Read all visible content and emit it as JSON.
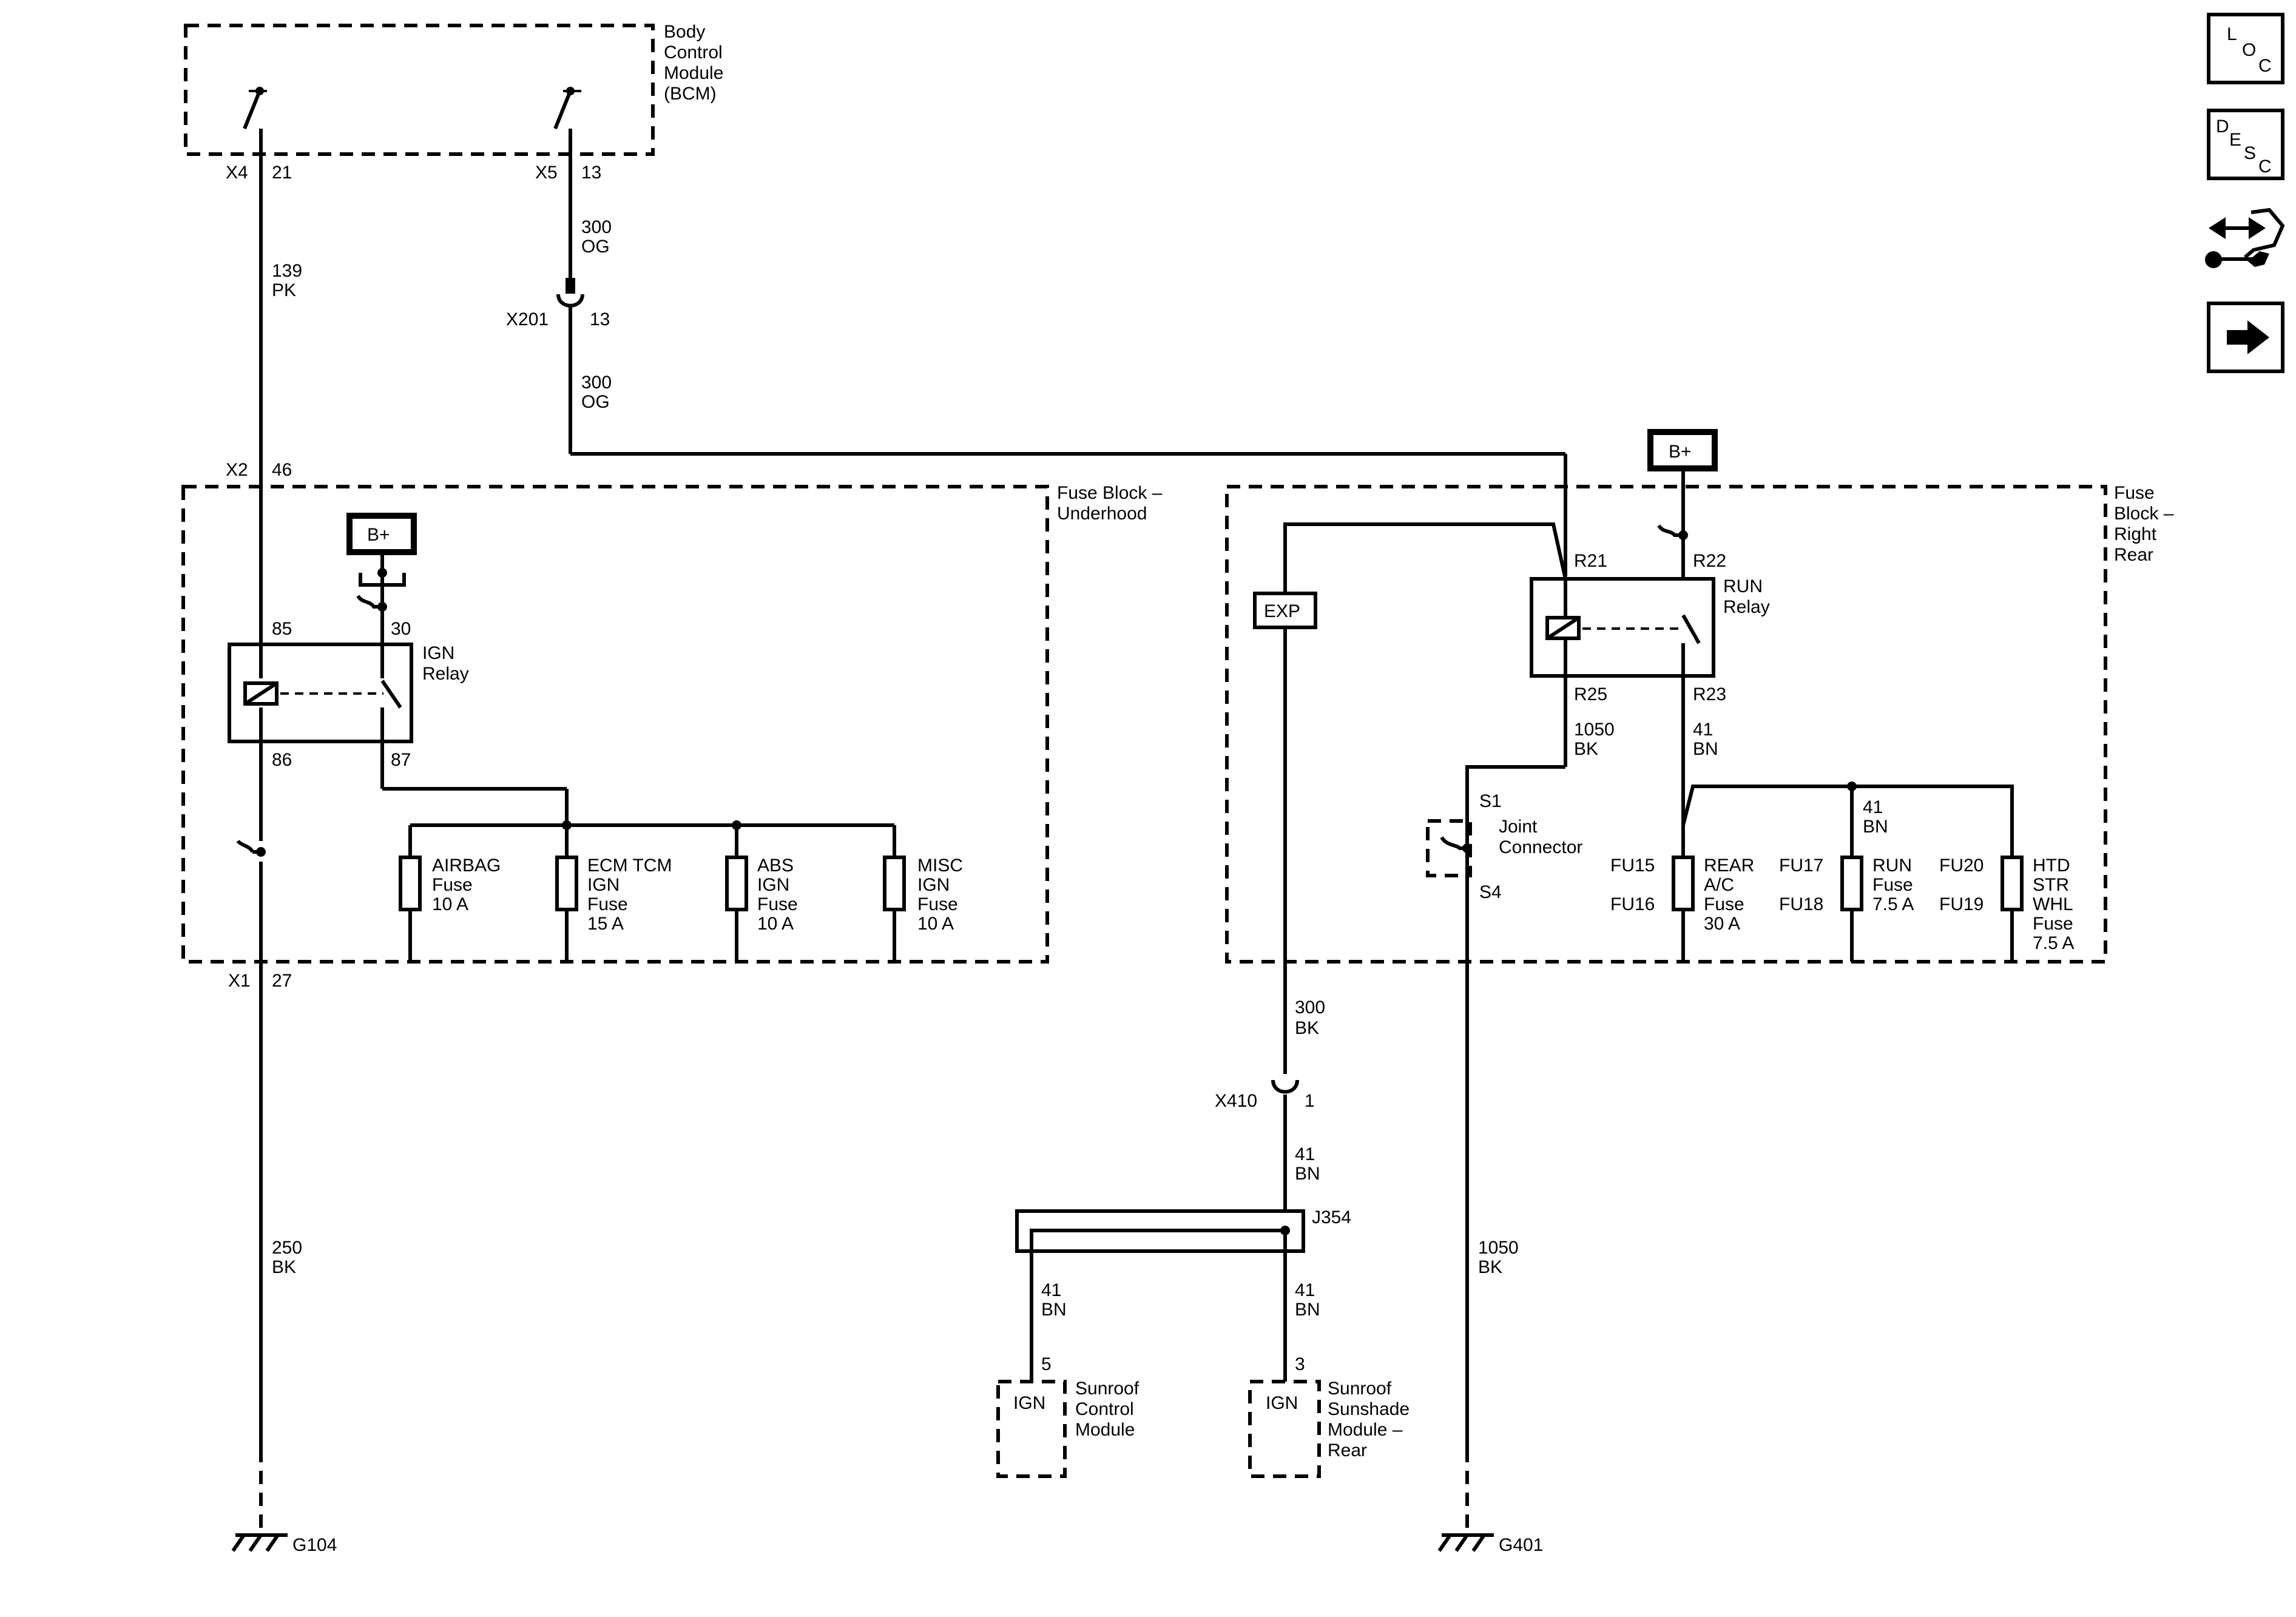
{
  "modules": {
    "bcm": [
      "Body",
      "Control",
      "Module",
      "(BCM)"
    ],
    "fb_underhood": [
      "Fuse Block –",
      "Underhood"
    ],
    "fb_rear": [
      "Fuse",
      "Block –",
      "Right",
      "Rear"
    ],
    "sunroof_ctrl": [
      "Sunroof",
      "Control",
      "Module"
    ],
    "sunshade": [
      "Sunroof",
      "Sunshade",
      "Module –",
      "Rear"
    ]
  },
  "connectors": {
    "bcm_x4": "X4",
    "bcm_x4_pin": "21",
    "bcm_x5": "X5",
    "bcm_x5_pin": "13",
    "x201": "X201",
    "x201_pin": "13",
    "fb_x2": "X2",
    "fb_x2_pin": "46",
    "fb_x1": "X1",
    "fb_x1_pin": "27",
    "x410": "X410",
    "x410_pin": "1",
    "r21": "R21",
    "r22": "R22",
    "r23": "R23",
    "r25": "R25",
    "s1": "S1",
    "s4": "S4",
    "j354": "J354",
    "sc_pin": "5",
    "ss_pin": "3"
  },
  "wires": {
    "w139": [
      "139",
      "PK"
    ],
    "w300_top": [
      "300",
      "OG"
    ],
    "w300_mid": [
      "300",
      "OG"
    ],
    "w250": [
      "250",
      "BK"
    ],
    "w1050_relay": [
      "1050",
      "BK"
    ],
    "w41_relay": [
      "41",
      "BN"
    ],
    "w41_bus": [
      "41",
      "BN"
    ],
    "w300_bk": [
      "300",
      "BK"
    ],
    "w41_x410": [
      "41",
      "BN"
    ],
    "w41_sc": [
      "41",
      "BN"
    ],
    "w41_ss": [
      "41",
      "BN"
    ],
    "w1050_ground": [
      "1050",
      "BK"
    ]
  },
  "relays": {
    "ign": {
      "name": [
        "IGN",
        "Relay"
      ],
      "p85": "85",
      "p30": "30",
      "p86": "86",
      "p87": "87"
    },
    "run": {
      "name": [
        "RUN",
        "Relay"
      ]
    }
  },
  "fuses": {
    "airbag": [
      "AIRBAG",
      "Fuse",
      "10 A"
    ],
    "ecm": [
      "ECM TCM",
      "IGN",
      "Fuse",
      "15 A"
    ],
    "abs": [
      "ABS",
      "IGN",
      "Fuse",
      "10 A"
    ],
    "misc": [
      "MISC",
      "IGN",
      "Fuse",
      "10 A"
    ],
    "rear_ac": [
      "REAR",
      "A/C",
      "Fuse",
      "30 A"
    ],
    "run": [
      "RUN",
      "Fuse",
      "7.5 A"
    ],
    "htd": [
      "HTD",
      "STR",
      "WHL",
      "Fuse",
      "7.5 A"
    ],
    "fu15": "FU15",
    "fu16": "FU16",
    "fu17": "FU17",
    "fu18": "FU18",
    "fu19": "FU19",
    "fu20": "FU20"
  },
  "labels": {
    "bplus": "B+",
    "exp": "EXP",
    "ign": "IGN",
    "joint": [
      "Joint",
      "Connector"
    ],
    "g104": "G104",
    "g401": "G401"
  },
  "side_icons": {
    "loc": [
      "L",
      "O",
      "C"
    ],
    "desc": [
      "D",
      "E",
      "S",
      "C"
    ],
    "connector_icon": "connector-tool-icon",
    "next_icon": "arrow-right-icon"
  }
}
